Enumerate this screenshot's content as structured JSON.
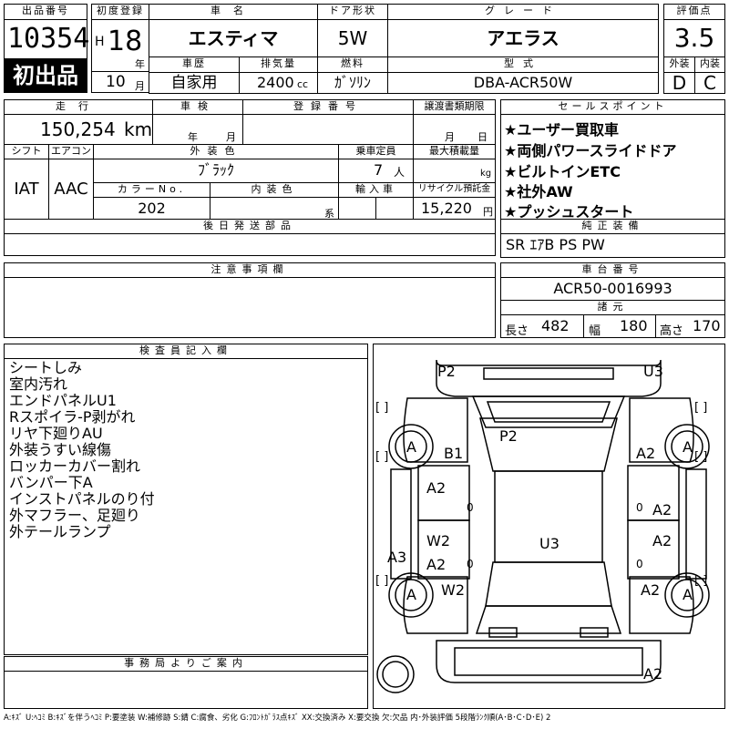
{
  "header": {
    "lot_number_label": "出品番号",
    "lot_number": "10354",
    "first_listing": "初出品",
    "first_reg_label": "初度登録",
    "era_prefix": "H",
    "year": "18",
    "year_unit": "年",
    "month": "10",
    "month_unit": "月",
    "car_name_label": "車名",
    "car_name": "エスティマ",
    "door_label": "ドア形状",
    "door_value": "5W",
    "grade_label": "グレード",
    "grade_value": "アエラス",
    "score_label": "評価点",
    "score_value": "3.5",
    "history_label": "車歴",
    "history_value": "自家用",
    "displacement_label": "排気量",
    "displacement_value": "2400",
    "displacement_unit": "cc",
    "fuel_label": "燃料",
    "fuel_value": "ｶﾞｿﾘﾝ",
    "model_label": "型式",
    "model_value": "DBA-ACR50W",
    "exterior_grade_label": "外装",
    "exterior_grade": "D",
    "interior_grade_label": "内装",
    "interior_grade": "C"
  },
  "row2": {
    "mileage_label": "走行",
    "mileage_value": "150,254",
    "mileage_unit": "km",
    "inspection_label": "車検",
    "inspection_year_unit": "年",
    "inspection_month_unit": "月",
    "reg_number_label": "登録番号",
    "transfer_label": "譲渡書類期限",
    "transfer_month_unit": "月",
    "transfer_day_unit": "日",
    "shift_label": "シフト",
    "shift_value": "IAT",
    "ac_label": "エアコン",
    "ac_value": "AAC",
    "ext_color_label": "外装色",
    "ext_color_value": "ﾌﾞﾗｯｸ",
    "capacity_label": "乗車定員",
    "capacity_value": "7",
    "capacity_unit": "人",
    "load_label": "最大積載量",
    "load_unit": "kg",
    "color_no_label": "カラーNo.",
    "color_no_value": "202",
    "int_color_label": "内装色",
    "int_color_unit": "系",
    "import_label": "輸入車",
    "recycle_label": "リサイクル預託金",
    "recycle_value": "15,220",
    "recycle_unit": "円",
    "later_parts_label": "後日発送部品"
  },
  "sales": {
    "label": "セールスポイント",
    "items": [
      "★ユーザー買取車",
      "★両側パワースライドドア",
      "★ビルトインETC",
      "★社外AW",
      "★プッシュスタート"
    ]
  },
  "genuine": {
    "label": "純正装備",
    "value": "SR ｴｱB PS PW"
  },
  "notes": {
    "label": "注意事項欄"
  },
  "chassis": {
    "label": "車台番号",
    "value": "ACR50-0016993",
    "dims_label": "諸元",
    "length_label": "長さ",
    "length_value": "482",
    "width_label": "幅",
    "width_value": "180",
    "height_label": "高さ",
    "height_value": "170"
  },
  "inspector": {
    "label": "検査員記入欄",
    "items": [
      "シートしみ",
      "室内汚れ",
      "エンドパネルU1",
      "Rスポイラ-P剥がれ",
      "リヤ下廻りAU",
      "外装うすい線傷",
      "ロッカーカバー割れ",
      "バンパー下A",
      "インストパネルのり付",
      "外マフラー、足廻り",
      "外テールランプ"
    ]
  },
  "office": {
    "label": "事務局よりご案内"
  },
  "diagram": {
    "marks": {
      "p2_top": "P2",
      "u3_top": "U3",
      "a_front_left_wheel": "A",
      "a_front_right_wheel": "A",
      "b1": "B1",
      "p2_roof": "P2",
      "a2_front_right": "A2",
      "a2_left_front_door": "A2",
      "a2_right_front_door": "A2",
      "w2_left_rear_door": "W2",
      "a2_left_rear_door": "A2",
      "u3_floor": "U3",
      "a2_right_rear_door": "A2",
      "a3_left_rocker": "A3",
      "a_rear_left_wheel": "A",
      "w2_rear_left": "W2",
      "a2_rear_right": "A2",
      "a_rear_right_wheel": "A",
      "a2_rear": "A2"
    },
    "zero_marks": [
      "0",
      "0",
      "0",
      "0"
    ],
    "bracket_marks": [
      "[ ]",
      "[ ]",
      "[ ]",
      "[ ]",
      "[ ]",
      "[ ]"
    ]
  },
  "legend": "A:ｷｽﾞ U:ﾍｺﾐ B:ｷｽﾞを伴うﾍｺﾐ P:要塗装 W:補修跡 S:錆 C:腐食、劣化 G:ﾌﾛﾝﾄｶﾞﾗｽ点ｷｽﾞ XX:交換済み X:要交換 欠:欠品 内･外装評価 5段階ﾗﾝｸ順(A･B･C･D･E) 2"
}
